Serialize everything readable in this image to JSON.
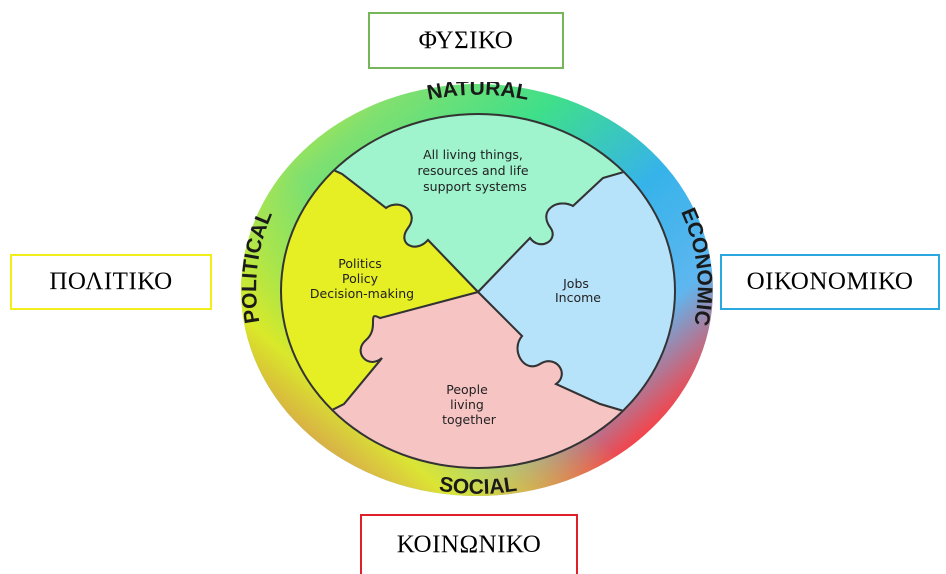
{
  "greek_labels": {
    "natural": "ΦΥΣΙΚΟ",
    "political": "ΠΟΛΙΤΙΚΟ",
    "economic": "ΟΙΚΟΝΟΜΙΚΟ",
    "social": "ΚΟΙΝΩΝΙΚΟ"
  },
  "ring_labels": {
    "natural": "NATURAL",
    "economic": "ECONOMIC",
    "social": "SOCIAL",
    "political": "POLITICAL"
  },
  "pieces": {
    "natural": [
      "All living things,",
      "resources and life",
      "support systems"
    ],
    "economic": [
      "Jobs",
      "Income"
    ],
    "social": [
      "People",
      "living",
      "together"
    ],
    "political": [
      "Politics",
      "Policy",
      "Decision-making"
    ]
  },
  "colors": {
    "natural_box": "#77b55a",
    "political_box": "#f2ee1c",
    "economic_box": "#2aa8df",
    "social_box": "#de2128",
    "natural_piece": "#9ff3cd",
    "economic_piece": "#b6e2fa",
    "social_piece": "#f7c4c4",
    "political_piece": "#e6ee24",
    "ring_green": "#3fdf8a",
    "ring_blue": "#36b3ea",
    "ring_red": "#f0474f",
    "ring_yellow": "#eaea1f"
  }
}
